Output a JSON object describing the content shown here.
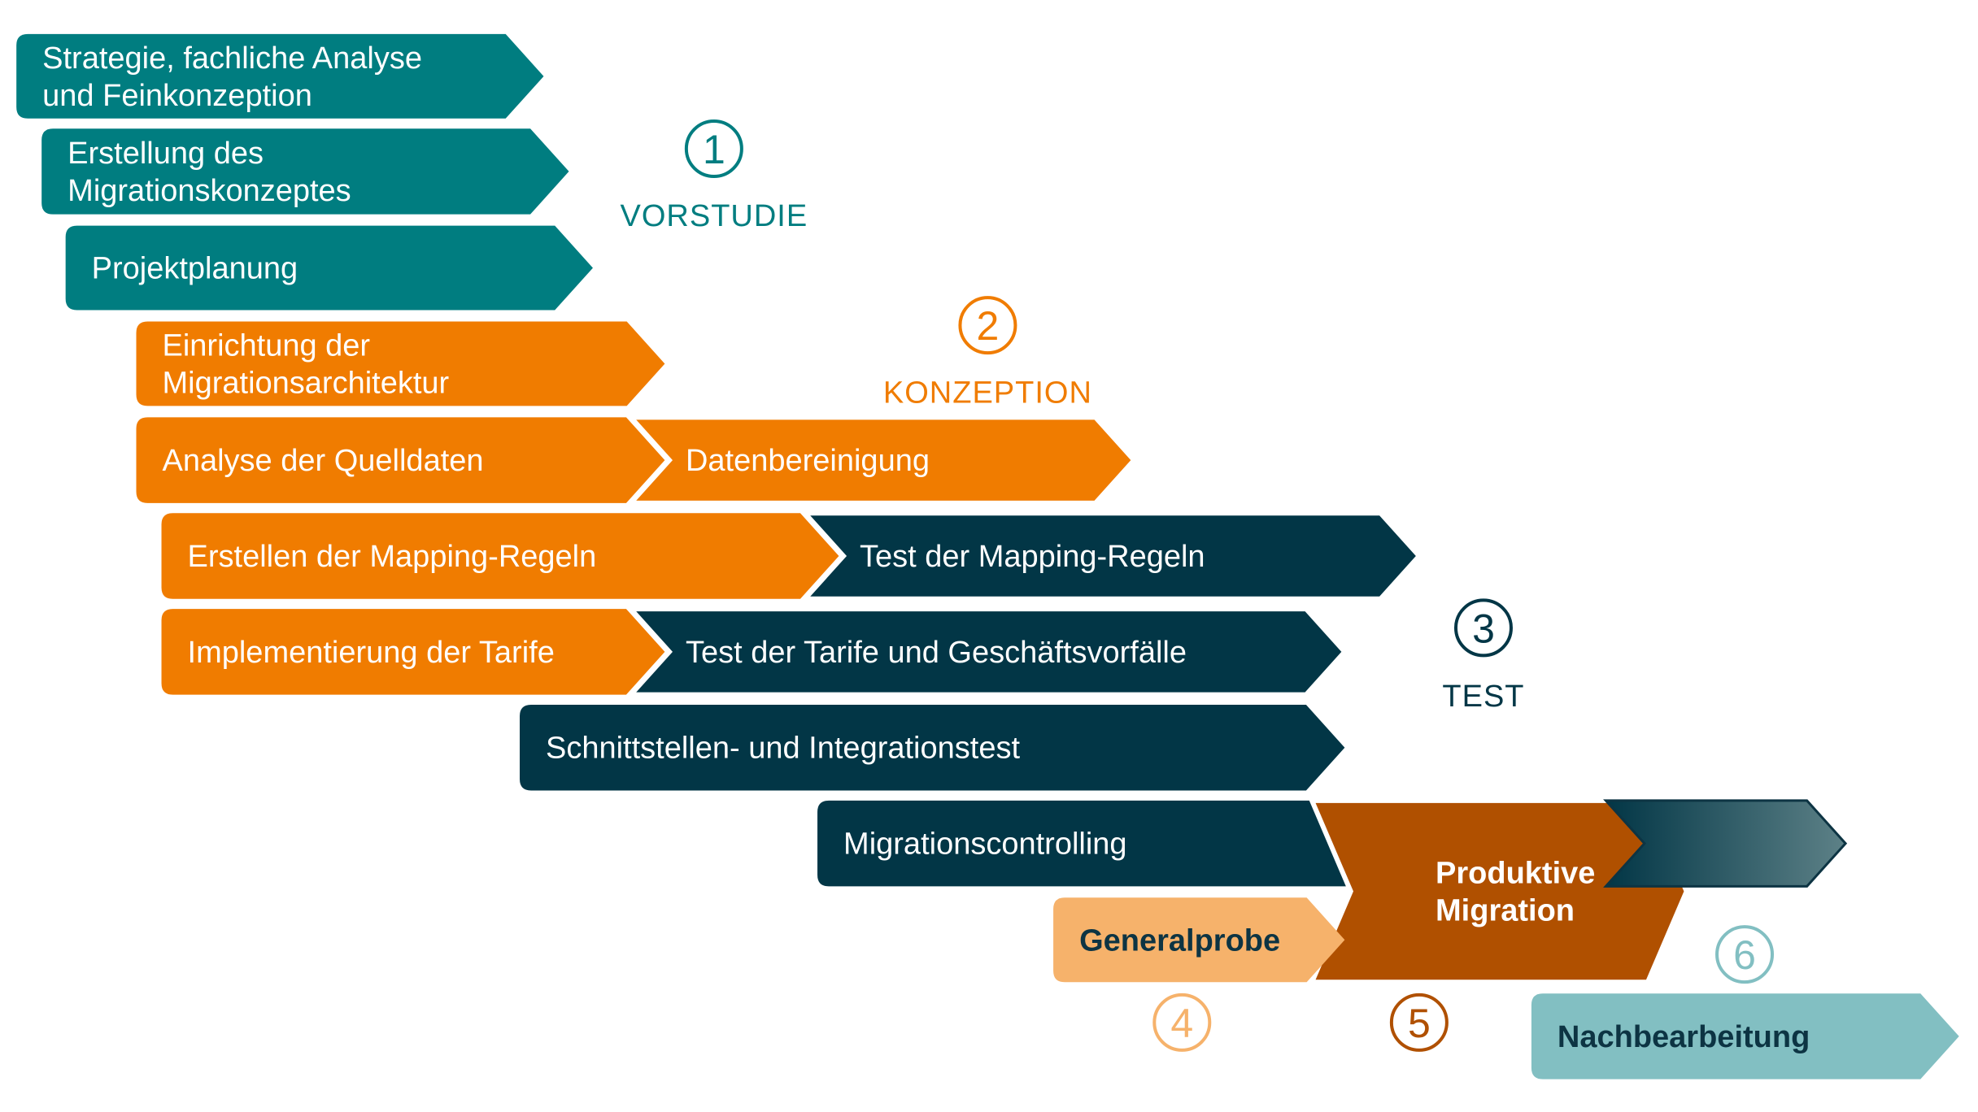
{
  "colors": {
    "teal": "#007d80",
    "orange": "#f07c00",
    "navy": "#023646",
    "light_orange": "#f6b26b",
    "rust": "#b05000",
    "light_teal": "#82bfc2",
    "gradient_start": "#023646",
    "gradient_end": "#5d8187",
    "dark_text": "#0d3443"
  },
  "phases": [
    {
      "number": "1",
      "title": "VORSTUDIE",
      "color": "#007d80"
    },
    {
      "number": "2",
      "title": "KONZEPTION",
      "color": "#f07c00"
    },
    {
      "number": "3",
      "title": "TEST",
      "color": "#023646"
    },
    {
      "number": "4",
      "title": "",
      "color": "#f6b26b"
    },
    {
      "number": "5",
      "title": "",
      "color": "#b05000"
    },
    {
      "number": "6",
      "title": "",
      "color": "#82bfc2"
    }
  ],
  "steps": [
    {
      "id": "strategie",
      "lines": [
        "Strategie, fachliche Analyse",
        "und Feinkonzeption"
      ],
      "phase": 1
    },
    {
      "id": "migrationskonzept",
      "lines": [
        "Erstellung des",
        "Migrationskonzeptes"
      ],
      "phase": 1
    },
    {
      "id": "projektplanung",
      "lines": [
        "Projektplanung"
      ],
      "phase": 1
    },
    {
      "id": "migrationsarchitektur",
      "lines": [
        "Einrichtung der",
        "Migrationsarchitektur"
      ],
      "phase": 2
    },
    {
      "id": "quelldaten",
      "lines": [
        "Analyse der Quelldaten"
      ],
      "phase": 2
    },
    {
      "id": "datenbereinigung",
      "lines": [
        "Datenbereinigung"
      ],
      "phase": 2
    },
    {
      "id": "mapping-erstellen",
      "lines": [
        "Erstellen der Mapping-Regeln"
      ],
      "phase": 2
    },
    {
      "id": "mapping-test",
      "lines": [
        "Test der Mapping-Regeln"
      ],
      "phase": 3
    },
    {
      "id": "tarife-impl",
      "lines": [
        "Implementierung der Tarife"
      ],
      "phase": 2
    },
    {
      "id": "tarife-test",
      "lines": [
        "Test der Tarife und Geschäftsvorfälle"
      ],
      "phase": 3
    },
    {
      "id": "schnittstellen",
      "lines": [
        "Schnittstellen- und Integrationstest"
      ],
      "phase": 3
    },
    {
      "id": "controlling",
      "lines": [
        "Migrationscontrolling"
      ],
      "phase": 3
    },
    {
      "id": "produktive-migration",
      "lines": [
        "Produktive",
        "Migration"
      ],
      "phase": 5
    },
    {
      "id": "gradient-arrow",
      "lines": [],
      "phase": 3
    },
    {
      "id": "generalprobe",
      "lines": [
        "Generalprobe"
      ],
      "phase": 4
    },
    {
      "id": "nachbearbeitung",
      "lines": [
        "Nachbearbeitung"
      ],
      "phase": 6
    }
  ]
}
